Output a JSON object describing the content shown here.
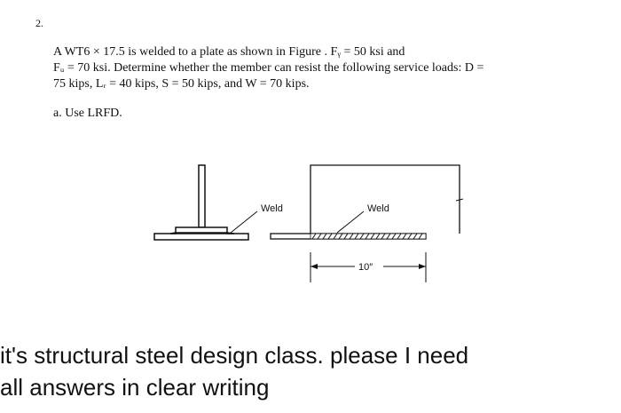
{
  "problem": {
    "number": "2.",
    "lines": [
      "A WT6 × 17.5 is welded to a plate as shown in Figure        . Fᵧ = 50 ksi and",
      "Fᵤ = 70 ksi. Determine whether the member can resist the following service loads: D =",
      "75 kips, Lᵣ = 40 kips, S = 50 kips, and W = 70 kips."
    ],
    "part_a": "a.  Use LRFD."
  },
  "figure": {
    "weld_label_left": "Weld",
    "weld_label_right": "Weld",
    "dimension_label": "10″"
  },
  "comment": {
    "lines": [
      "it's structural steel design class. please I need",
      "all answers in clear writing"
    ]
  }
}
